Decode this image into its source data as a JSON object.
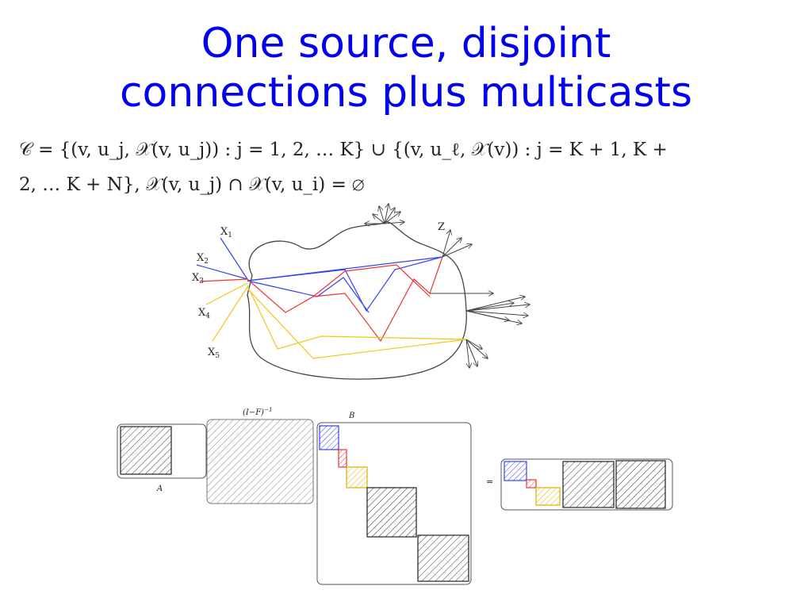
{
  "title": {
    "line1": "One source, disjoint",
    "line2": "connections plus multicasts"
  },
  "formula": {
    "line1": "𝒞 = {(v, u_j, 𝒳(v, u_j)) : j = 1, 2, … K} ∪ {(v, u_ℓ, 𝒳(v)) : j = K + 1, K +",
    "line2": "2, … K + N}, 𝒳(v, u_j) ∩ 𝒳(v, u_i) = ∅"
  },
  "network": {
    "labels": {
      "x1": "X",
      "x1_sub": "1",
      "x2": "X",
      "x2_sub": "2",
      "x3": "X",
      "x3_sub": "3",
      "x4": "X",
      "x4_sub": "4",
      "x5": "X",
      "x5_sub": "5",
      "z": "Z"
    },
    "colors": {
      "blue": "#3344ee",
      "red": "#ee3333",
      "yellow": "#f5c518",
      "outline": "#444444"
    }
  },
  "matrix": {
    "labels": {
      "a": "A",
      "inverse": "(I−F)",
      "inverse_sup": "−1",
      "b": "B",
      "equals": "="
    }
  }
}
